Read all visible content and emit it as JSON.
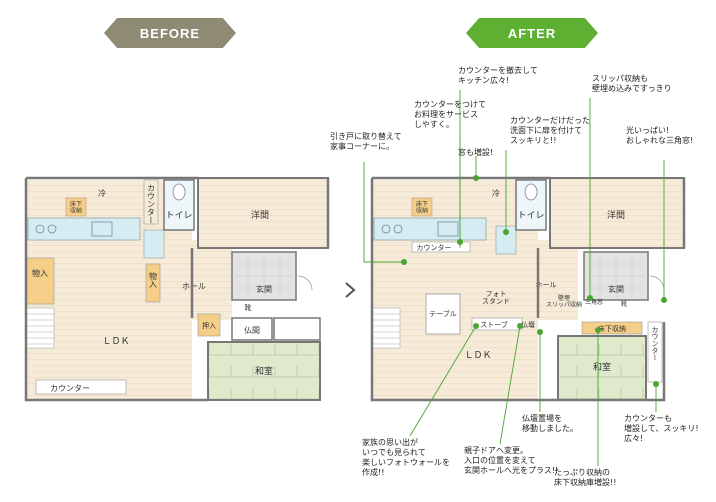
{
  "banners": {
    "before": "BEFORE",
    "after": "AFTER"
  },
  "colors": {
    "before_banner": "#8e8a74",
    "after_banner": "#5eb033",
    "floor": "#f6ead8",
    "tatami": "#dfe9cc",
    "storage": "#f5cf8a",
    "kitchen": "#d6ecf3",
    "wall": "#777777",
    "pointer_line": "#4aa52e"
  },
  "before": {
    "rooms": {
      "ldk": "ＬＤＫ",
      "counter_bottom": "カウンター",
      "counter_vertical": "カウンター",
      "storage_left": "物入",
      "storage_hall": "物入",
      "storage_push": "押入",
      "toilet": "トイレ",
      "western": "洋間",
      "hall": "ホール",
      "entrance": "玄関",
      "shoes": "靴",
      "buddhist": "仏間",
      "washitsu": "和室",
      "fridge": "冷",
      "underfloor": "床下\n収納"
    }
  },
  "after": {
    "rooms": {
      "ldk": "ＬＤＫ",
      "table": "テーブル",
      "counter_kitchen": "カウンター",
      "counter_vertical": "カウンター",
      "photo_stand": "フォト\nスタンド",
      "stove": "ストーブ",
      "buddhist_altar": "仏壇",
      "toilet": "トイレ",
      "western": "洋間",
      "hall": "ホール",
      "entrance": "玄関",
      "shoes": "靴",
      "slipper": "壁埋\nスリッパ収納",
      "triangle_window": "三角窓",
      "underfloor_storage": "床下収納",
      "washitsu": "和室",
      "fridge": "冷",
      "underfloor": "床下\n収納"
    }
  },
  "annotations": {
    "remove_counter": "カウンターを撤去して\nキッチン広々!",
    "serve_counter": "カウンターをつけて\nお料理をサービス\nしやすく。",
    "wash_door": "カウンターだけだった\n洗面下に扉を付けて\nスッキリと!!",
    "slipper_storage": "スリッパ収納も\n壁埋め込みですっきり",
    "light": "光いっぱい!\nおしゃれな三角窓!",
    "sliding_door": "引き戸に取り替えて\n家事コーナーに。",
    "window_added": "窓も増設!",
    "photo_wall": "家族の思い出が\nいつでも見られて\n楽しいフォトウォールを\n作成!!",
    "door_change": "親子ドアへ変更。\n入口の位置を変えて\n玄関ホールへ光をプラス!!",
    "altar_moved": "仏壇置場を\n移動しました。",
    "underfloor_big": "たっぷり収納の\n床下収納庫増設!!",
    "counter_added": "カウンターも\n増設して、スッキリ!\n広々!"
  }
}
